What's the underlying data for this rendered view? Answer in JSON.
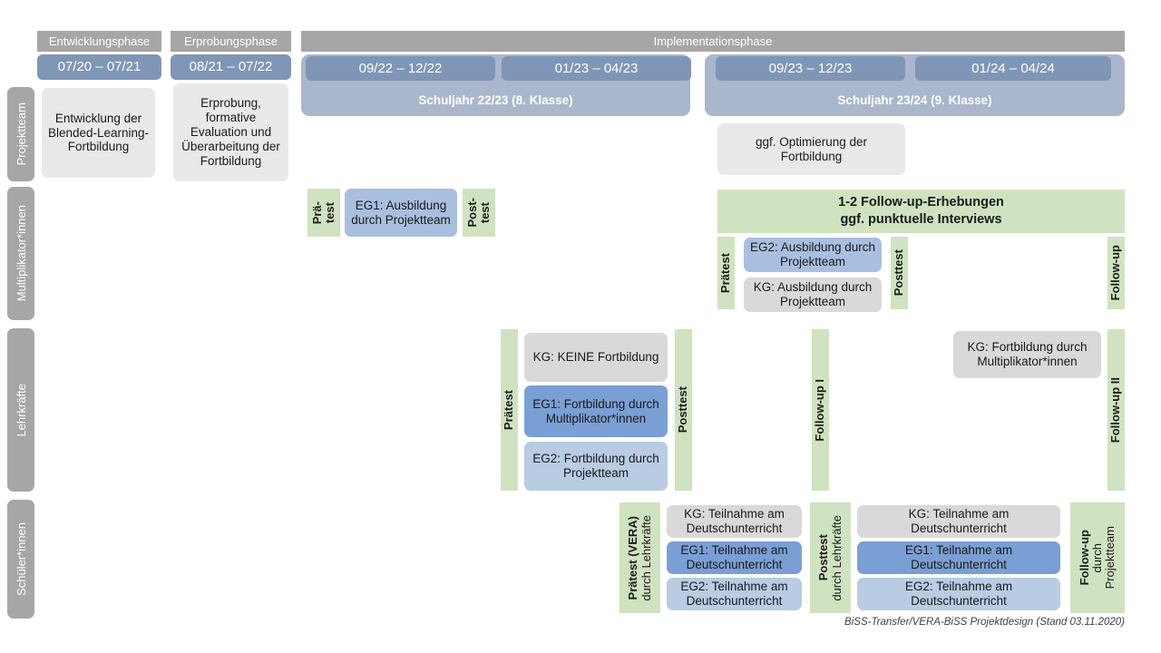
{
  "footer": {
    "text": "BiSS-Transfer/VERA-BiSS Projektdesign (Stand 03.11.2020)"
  },
  "phases": [
    {
      "label": "Entwicklungsphase"
    },
    {
      "label": "Erprobungsphase"
    },
    {
      "label": "Implementationsphase"
    }
  ],
  "dates": [
    {
      "label": "07/20 – 07/21"
    },
    {
      "label": "08/21 – 07/22"
    },
    {
      "label": "09/22 – 12/22"
    },
    {
      "label": "01/23 – 04/23"
    },
    {
      "label": "09/23 – 12/23"
    },
    {
      "label": "01/24 – 04/24"
    }
  ],
  "school_years": [
    {
      "label": "Schuljahr 22/23 (8. Klasse)"
    },
    {
      "label": "Schuljahr 23/24 (9. Klasse)"
    }
  ],
  "rows": [
    {
      "label": "Projektteam"
    },
    {
      "label": "Multiplikator*innen"
    },
    {
      "label": "Lehrkräfte"
    },
    {
      "label": "Schüler*innen"
    }
  ],
  "projektteam": {
    "entwicklung": "Entwicklung der Blended-Learning-Fortbildung",
    "erprobung": "Erprobung, formative Evaluation und Überarbeitung der Fortbildung",
    "optimierung": "ggf. Optimierung der Fortbildung"
  },
  "multiplikatoren": {
    "praetest_1_line1": "Prä-",
    "praetest_1_line2": "test",
    "posttest_1_line1": "Post-",
    "posttest_1_line2": "test",
    "eg1": "EG1: Ausbildung durch Projektteam",
    "banner_line1": "1-2 Follow-up-Erhebungen",
    "banner_line2": "ggf. punktuelle Interviews",
    "praetest_2": "Prätest",
    "posttest_2": "Posttest",
    "followup": "Follow-up",
    "eg2": "EG2: Ausbildung durch Projektteam",
    "kg": "KG: Ausbildung durch Projektteam"
  },
  "lehrkraefte": {
    "praetest": "Prätest",
    "posttest": "Posttest",
    "followup_1": "Follow-up I",
    "followup_2": "Follow-up II",
    "kg_keine": "KG:  KEINE Fortbildung",
    "eg1": "EG1: Fortbildung durch Multiplikator*innen",
    "eg2": "EG2: Fortbildung durch Projektteam",
    "kg_fortbildung": "KG: Fortbildung durch Multiplikator*innen"
  },
  "schueler": {
    "praetest_bold": "Prätest (VERA)",
    "praetest_reg": "durch Lehrkräfte",
    "posttest_bold": "Posttest",
    "posttest_reg": "durch Lehrkräfte",
    "followup_bold": "Follow-up",
    "followup_reg1": "durch",
    "followup_reg2": "Projektteam",
    "kg": "KG: Teilnahme am Deutschunterricht",
    "eg1": "EG1: Teilnahme am Deutschunterricht",
    "eg2": "EG2: Teilnahme am Deutschunterricht"
  },
  "colors": {
    "gray_header": "#a6a6a6",
    "date_blue": "#7f96b6",
    "year_blue": "#aab6cc",
    "green": "#cfe3c0",
    "blue_dark": "#7a9fd4",
    "blue_mid": "#a9bfe0",
    "blue_light": "#b8cce4",
    "gray_box": "#e9e9e9",
    "gray_box2": "#d9d9d9"
  }
}
